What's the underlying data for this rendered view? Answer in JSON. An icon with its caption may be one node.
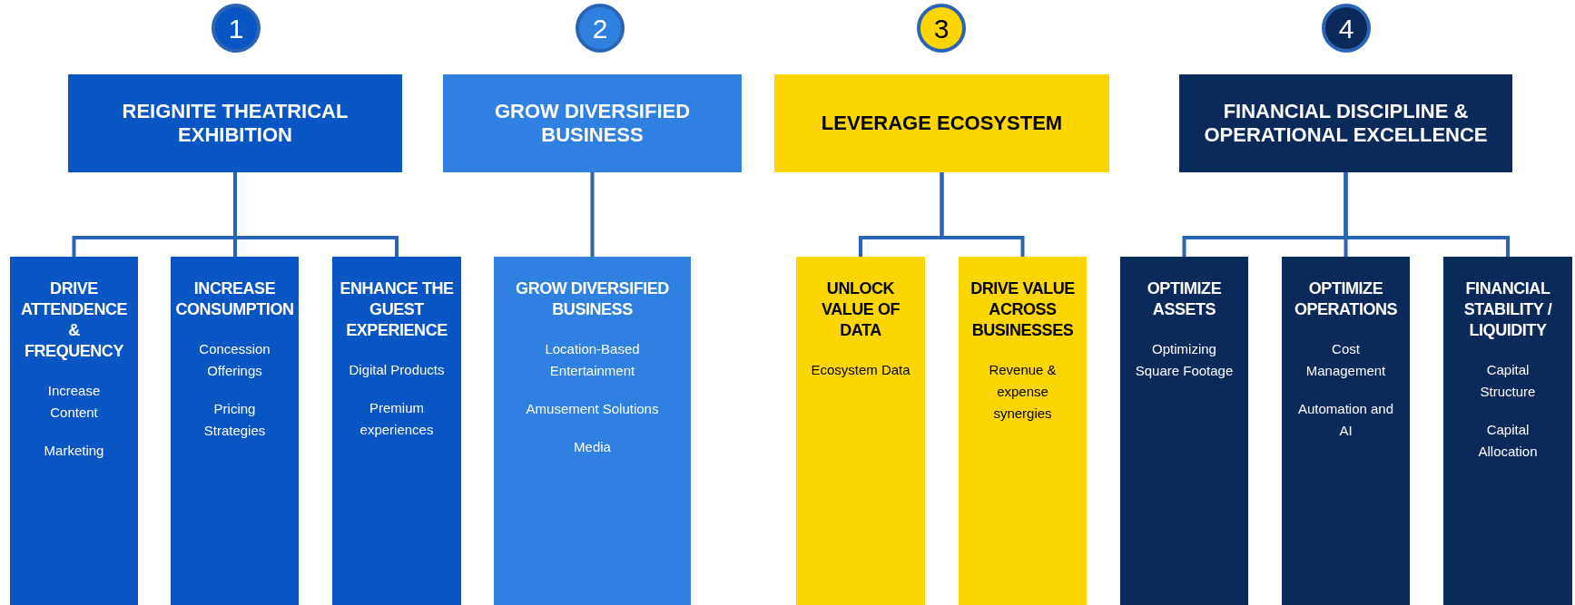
{
  "diagram": {
    "nodes": [
      {
        "text": [
          "1"
        ]
      },
      {
        "text": [
          "2"
        ]
      },
      {
        "text": [
          "3"
        ]
      },
      {
        "text": [
          "4"
        ]
      },
      {
        "text": [
          "REIGNITE THEATRICAL EXHIBITION"
        ]
      },
      {
        "text": [
          "GROW DIVERSIFIED BUSINESS"
        ]
      },
      {
        "text": [
          "LEVERAGE ECOSYSTEM"
        ]
      },
      {
        "text": [
          "FINANCIAL DISCIPLINE & OPERATIONAL EXCELLENCE"
        ]
      },
      {
        "text": [
          "DRIVE ATTENDENCE & FREQUENCY",
          "Increase Content",
          "Marketing"
        ]
      },
      {
        "text": [
          "INCREASE CONSUMPTION",
          "Concession Offerings",
          "Pricing Strategies"
        ]
      },
      {
        "text": [
          "ENHANCE THE GUEST EXPERIENCE",
          "Digital Products",
          "Premium experiences"
        ]
      },
      {
        "text": [
          "GROW DIVERSIFIED BUSINESS",
          "Location-Based Entertainment",
          "Amusement Solutions",
          "Media"
        ]
      },
      {
        "text": [
          "UNLOCK VALUE OF DATA",
          "Ecosystem Data"
        ]
      },
      {
        "text": [
          "DRIVE VALUE ACROSS BUSINESSES",
          "Revenue & expense synergies"
        ]
      },
      {
        "text": [
          "OPTIMIZE ASSETS",
          "Optimizing Square Footage"
        ]
      },
      {
        "text": [
          "OPTIMIZE OPERATIONS",
          "Cost Management",
          "Automation and AI"
        ]
      },
      {
        "text": [
          "FINANCIAL STABILITY / LIQUIDITY",
          "Capital Structure",
          "Capital Allocation"
        ]
      }
    ],
    "edges": [
      {
        "from": 4,
        "to": 8,
        "arrow": "none"
      },
      {
        "from": 4,
        "to": 9,
        "arrow": "none"
      },
      {
        "from": 4,
        "to": 10,
        "arrow": "none"
      },
      {
        "from": 5,
        "to": 11,
        "arrow": "none"
      },
      {
        "from": 6,
        "to": 12,
        "arrow": "none"
      },
      {
        "from": 6,
        "to": 13,
        "arrow": "none"
      },
      {
        "from": 7,
        "to": 14,
        "arrow": "none"
      },
      {
        "from": 7,
        "to": 15,
        "arrow": "none"
      },
      {
        "from": 7,
        "to": 16,
        "arrow": "none"
      }
    ]
  }
}
